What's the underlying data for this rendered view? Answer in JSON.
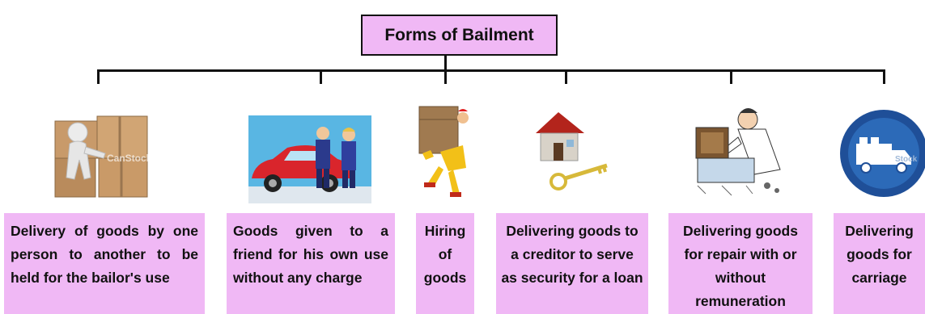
{
  "diagram": {
    "root": {
      "label": "Forms of Bailment"
    },
    "forms": [
      {
        "label": "Delivery of goods by one person to another to be held for the bailor's use",
        "image": "person-with-boxes-illustration",
        "watermark": "CanStock"
      },
      {
        "label": "Goods given to a friend for his own use without any charge",
        "image": "men-with-red-car-illustration"
      },
      {
        "label": "Hiring of goods",
        "image": "mover-carrying-box-illustration"
      },
      {
        "label": "Delivering goods to a creditor to serve as security for a loan",
        "image": "house-and-key-illustration"
      },
      {
        "label": "Delivering goods for repair with or without remuneration",
        "image": "repairman-at-workbench-illustration"
      },
      {
        "label": "Delivering goods for carriage",
        "image": "delivery-truck-icon",
        "watermark": "Stock"
      }
    ],
    "colors": {
      "box_fill": "#f0b8f5",
      "line": "#111111"
    }
  }
}
